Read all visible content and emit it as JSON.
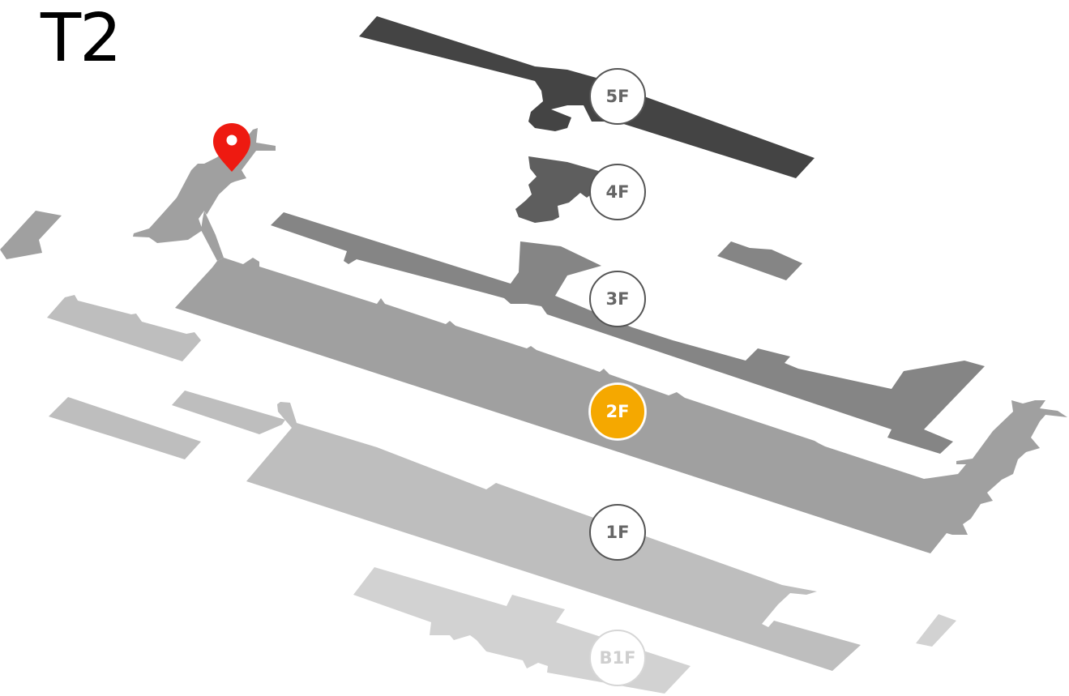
{
  "terminal": {
    "title": "T2"
  },
  "colors": {
    "floor_5F": "#444444",
    "floor_4F": "#5e5e5e",
    "floor_3F": "#858585",
    "floor_2F": "#a0a0a0",
    "floor_1F": "#bebebe",
    "floor_B1F": "#d2d2d2",
    "active_floor": "#f5a800",
    "location_pin": "#ee1a11"
  },
  "floor_buttons": [
    {
      "id": "5F",
      "label": "5F",
      "state": "normal"
    },
    {
      "id": "4F",
      "label": "4F",
      "state": "normal"
    },
    {
      "id": "3F",
      "label": "3F",
      "state": "normal"
    },
    {
      "id": "2F",
      "label": "2F",
      "state": "active"
    },
    {
      "id": "1F",
      "label": "1F",
      "state": "normal"
    },
    {
      "id": "B1F",
      "label": "B1F",
      "state": "disabled"
    }
  ],
  "location_marker": {
    "icon": "map-pin-icon"
  }
}
